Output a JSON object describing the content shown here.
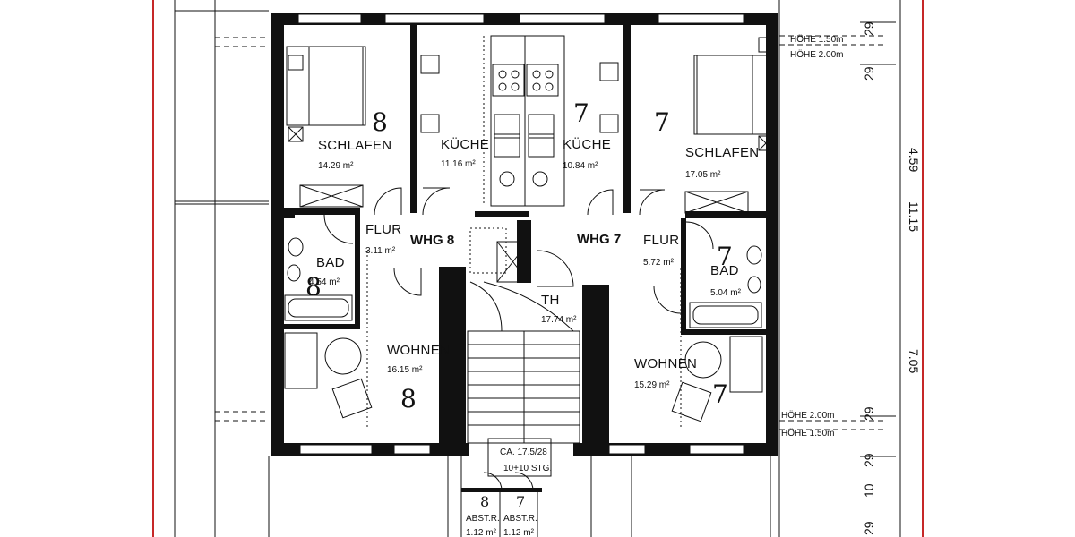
{
  "rooms": {
    "schlafen_8": {
      "name": "SCHLAFEN",
      "area": "14.29 m²",
      "mark": "8"
    },
    "kueche_8": {
      "name": "KÜCHE",
      "area": "11.16 m²"
    },
    "kueche_7": {
      "name": "KÜCHE",
      "area": "10.84 m²",
      "mark": "7"
    },
    "schlafen_7": {
      "name": "SCHLAFEN",
      "area": "17.05 m²",
      "mark": "7"
    },
    "flur_8": {
      "name": "FLUR",
      "area": "3.11 m²"
    },
    "flur_7": {
      "name": "FLUR",
      "area": "5.72 m²"
    },
    "bad_8": {
      "name": "BAD",
      "area": "4.54 m²",
      "mark": "8"
    },
    "bad_7": {
      "name": "BAD",
      "area": "5.04 m²",
      "mark": "7"
    },
    "th": {
      "name": "TH",
      "area": "17.74 m²"
    },
    "wohnen_8": {
      "name": "WOHNEN",
      "area": "16.15 m²",
      "mark": "8"
    },
    "wohnen_7": {
      "name": "WOHNEN",
      "area": "15.29 m²",
      "mark": "7"
    },
    "abst_8": {
      "name": "ABST.R.",
      "area": "1.12 m²",
      "mark": "8"
    },
    "abst_7": {
      "name": "ABST.R.",
      "area": "1.12 m²",
      "mark": "7"
    }
  },
  "units": {
    "whg8": "WHG 8",
    "whg7": "WHG 7"
  },
  "stair": {
    "line1": "CA. 17.5/28",
    "line2": "10+10 STG."
  },
  "dimensions": {
    "top_29a": "29",
    "top_29b": "29",
    "d_459": "4.59",
    "d_1115": "11.15",
    "d_705": "7.05",
    "d_29c": "29",
    "d_29d": "29",
    "d_10": "10",
    "d_29e": "29"
  },
  "window_heights": {
    "top_sill": "HÖHE 1.50m",
    "top_head": "HÖHE 2.00m",
    "bot_head": "HÖHE 2.00m",
    "bot_sill": "HÖHE 1.50m"
  },
  "colors": {
    "frame_red": "#c62828",
    "ink": "#111111"
  }
}
